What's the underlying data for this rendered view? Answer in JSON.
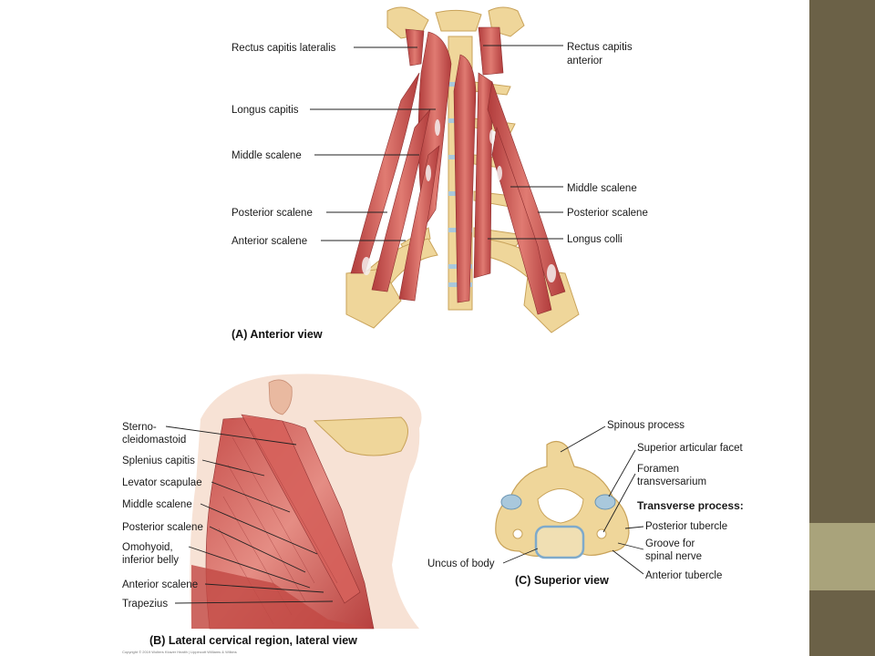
{
  "colors": {
    "band": "#6b6147",
    "accent": "#a9a37b",
    "muscle": "#c94a48",
    "muscle_light": "#e8928a",
    "bone": "#efd69a",
    "bone_dark": "#c9a35a",
    "cartilage": "#a9c8dc",
    "skin": "#f7e2d5"
  },
  "panel_a": {
    "caption": "(A) Anterior view",
    "labels_left": [
      "Rectus capitis lateralis",
      "Longus capitis",
      "Middle scalene",
      "Posterior scalene",
      "Anterior scalene"
    ],
    "labels_right": [
      "Rectus capitis",
      "anterior",
      "Middle scalene",
      "Posterior scalene",
      "Longus colli"
    ]
  },
  "panel_b": {
    "caption": "(B) Lateral cervical region, lateral view",
    "labels": [
      "Sterno-",
      "cleidomastoid",
      "Splenius capitis",
      "Levator scapulae",
      "Middle scalene",
      "Posterior scalene",
      "Omohyoid,",
      "inferior belly",
      "Anterior scalene",
      "Trapezius"
    ],
    "credit": "Copyright © 2019 Wolters Kluwer Health | Lippincott Williams & Wilkins"
  },
  "panel_c": {
    "caption": "(C) Superior view",
    "labels": [
      "Spinous process",
      "Superior articular facet",
      "Foramen",
      "transversarium",
      "Transverse process:",
      "Posterior tubercle",
      "Groove for",
      "spinal nerve",
      "Anterior tubercle",
      "Uncus of body"
    ]
  }
}
